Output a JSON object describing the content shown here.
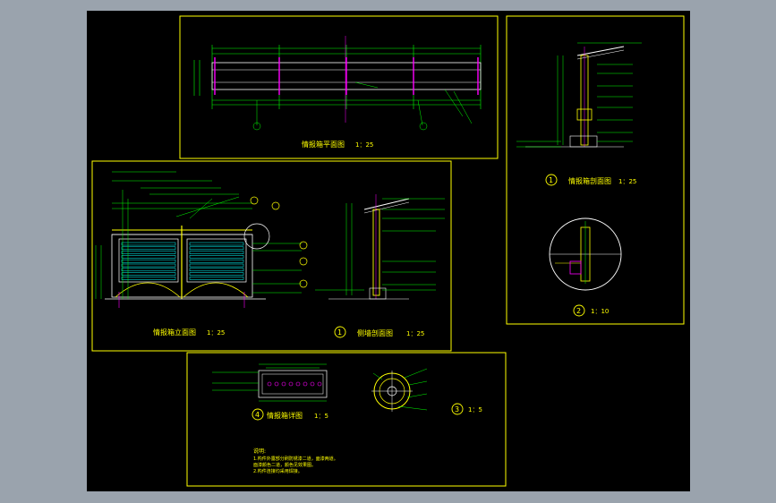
{
  "colors": {
    "frame": "#ffff00",
    "green": "#00ff00",
    "magenta": "#ff00ff",
    "white": "#ffffff",
    "cyan": "#00ffff",
    "background": "#000000",
    "canvas": "#9aa3ad"
  },
  "plan_view": {
    "title": "情报箱平面图",
    "scale": "1：25"
  },
  "section_top": {
    "marker": "1",
    "title": "情报箱剖面图",
    "scale": "1：25"
  },
  "elevation_view": {
    "title": "情报箱立面图",
    "scale": "1：25"
  },
  "side_section": {
    "marker": "1",
    "title": "侧墙剖面图",
    "scale": "1：25"
  },
  "detail_two": {
    "marker": "2",
    "scale": "1：10"
  },
  "detail_four": {
    "marker": "4",
    "title": "情报箱详图",
    "scale": "1：5"
  },
  "detail_three": {
    "marker": "3",
    "scale": "1：5"
  },
  "notes": {
    "heading": "说明:",
    "lines": [
      "1.构件外露部分刷防锈漆二道，面漆两道。",
      "  面漆颜色二道，颜色见效果图。",
      "2.构件连接均采用焊接。"
    ]
  }
}
